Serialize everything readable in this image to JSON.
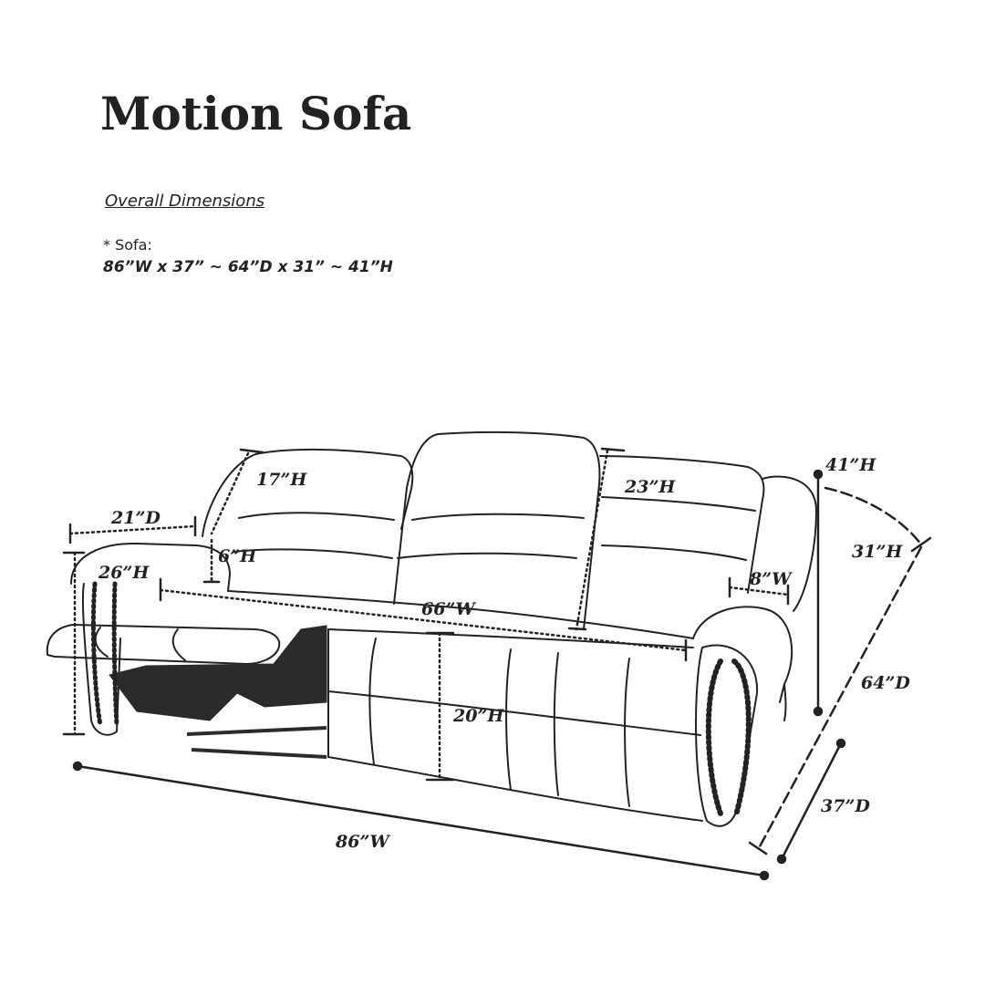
{
  "title": "Motion Sofa",
  "section_heading": "Overall Dimensions",
  "sofa_label": "* Sofa:",
  "overall_dimensions": "86”W x 37” ~ 64”D x 31” ~ 41”H",
  "dimension_labels": {
    "arm_depth": "21”D",
    "back_cushion_height": "17”H",
    "arm_above_seat": "6”H",
    "arm_height": "26”H",
    "seat_width": "66”W",
    "seat_height": "20”H",
    "back_height_center": "23”H",
    "arm_width": "8”W",
    "max_height": "41”H",
    "reclined_height": "31”H",
    "reclined_depth": "64”D",
    "depth": "37”D",
    "total_width": "86”W"
  },
  "colors": {
    "ink": "#222222",
    "background": "#ffffff",
    "mechanism": "#2b2b2b"
  }
}
